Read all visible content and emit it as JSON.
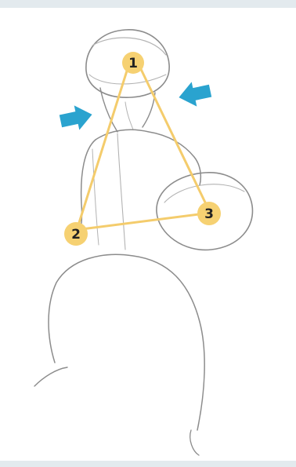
{
  "colors": {
    "frame_bar": "#e3eaee",
    "pencil": "#8c8c8c",
    "pencil_light": "#b3b3b3",
    "guide_line": "#f4cc6c",
    "marker_fill": "#f6d172",
    "marker_text": "#222222",
    "arrow": "#2aa3cf"
  },
  "markers": [
    {
      "id": 1,
      "label": "1",
      "part": "head"
    },
    {
      "id": 2,
      "label": "2",
      "part": "left-shoulder"
    },
    {
      "id": 3,
      "label": "3",
      "part": "right-shoulder"
    }
  ],
  "arrows": [
    {
      "name": "left-neck-arrow",
      "direction": "right"
    },
    {
      "name": "right-neck-arrow",
      "direction": "left"
    }
  ]
}
